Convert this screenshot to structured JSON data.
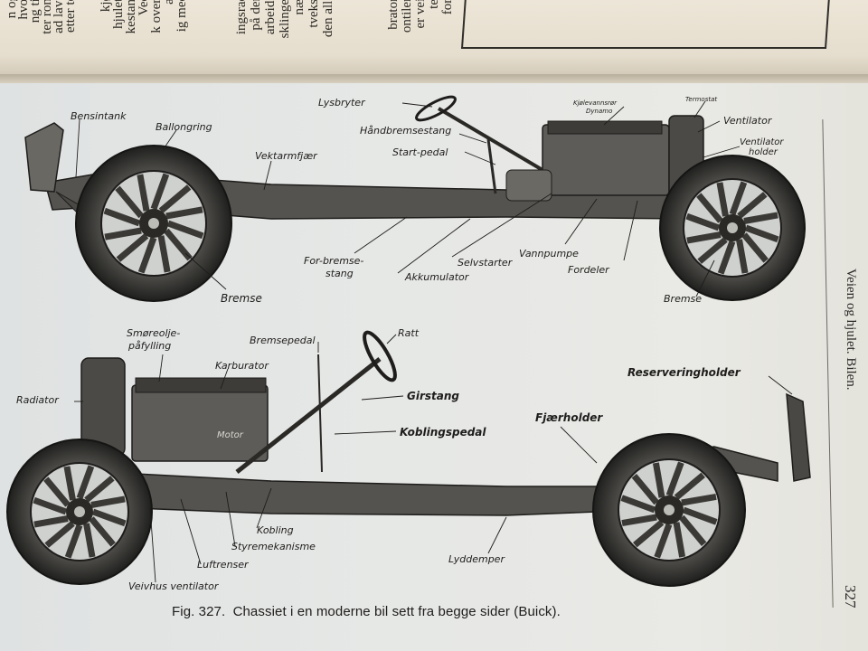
{
  "top_page": {
    "columns_left": [
      "n og",
      "hvor",
      "ng til",
      "ter rom",
      "ad lave",
      "etter to"
    ],
    "columns_middle": [
      "kjø",
      "hjulet,",
      "kestan-",
      "Ved",
      "k over-",
      "at",
      "ig med"
    ],
    "columns_right": [
      "ingsrad",
      "på den",
      "arbeide",
      "sklinger",
      "nær",
      "tveks-",
      "den alle"
    ],
    "columns_far_right": [
      "brator.",
      "ontiler.",
      "er vei.",
      "ter",
      "for-"
    ]
  },
  "diagram_top": {
    "labels": [
      {
        "id": "lysbryter",
        "text": "Lysbryter"
      },
      {
        "id": "bensintank",
        "text": "Bensintank"
      },
      {
        "id": "ballongring",
        "text": "Ballongring"
      },
      {
        "id": "handbremsestang",
        "text": "Håndbremsestang"
      },
      {
        "id": "startpedal",
        "text": "Start-pedal"
      },
      {
        "id": "vektarmfjaer",
        "text": "Vektarmfjær"
      },
      {
        "id": "kjolevannsror",
        "text": "Kjølevannsrør"
      },
      {
        "id": "dynamo",
        "text": "Dynamo"
      },
      {
        "id": "termostat",
        "text": "Termostat"
      },
      {
        "id": "ventilator",
        "text": "Ventilator"
      },
      {
        "id": "ventilator-holder-1",
        "text": "Ventilator"
      },
      {
        "id": "ventilator-holder-2",
        "text": "holder"
      },
      {
        "id": "for-bremse-1",
        "text": "For-bremse-"
      },
      {
        "id": "for-bremse-2",
        "text": "stang"
      },
      {
        "id": "akkumulator",
        "text": "Akkumulator"
      },
      {
        "id": "selvstarter",
        "text": "Selvstarter"
      },
      {
        "id": "vannpumpe",
        "text": "Vannpumpe"
      },
      {
        "id": "fordeler",
        "text": "Fordeler"
      },
      {
        "id": "bremse-left",
        "text": "Bremse"
      },
      {
        "id": "bremse-right",
        "text": "Bremse"
      }
    ]
  },
  "diagram_bottom": {
    "labels": [
      {
        "id": "smoreolje-1",
        "text": "Smøreolje-"
      },
      {
        "id": "smoreolje-2",
        "text": "påfylling"
      },
      {
        "id": "bremsepedal",
        "text": "Bremsepedal"
      },
      {
        "id": "ratt",
        "text": "Ratt"
      },
      {
        "id": "karburator",
        "text": "Karburator"
      },
      {
        "id": "radiator",
        "text": "Radiator"
      },
      {
        "id": "girstang",
        "text": "Girstang"
      },
      {
        "id": "koblingspedal",
        "text": "Koblingspedal"
      },
      {
        "id": "fjaerholder",
        "text": "Fjærholder"
      },
      {
        "id": "reserveringholder",
        "text": "Reserveringholder"
      },
      {
        "id": "motor",
        "text": "Motor"
      },
      {
        "id": "kobling",
        "text": "Kobling"
      },
      {
        "id": "styremekanisme",
        "text": "Styremekanisme"
      },
      {
        "id": "luftrenser",
        "text": "Luftrenser"
      },
      {
        "id": "lyddemper",
        "text": "Lyddemper"
      },
      {
        "id": "veivhus-ventilator",
        "text": "Veivhus ventilator"
      }
    ]
  },
  "caption": {
    "figure_number": "Fig. 327.",
    "text": "Chassiet i en moderne bil sett fra begge sider (Buick)."
  },
  "margin_title": "Veien og hjulet. Bilen.",
  "page_number": "327",
  "colors": {
    "ink": "#1e1d1b",
    "paper": "#e6e8e6",
    "tire": "#2a2a28",
    "frame": "#3a3936"
  }
}
